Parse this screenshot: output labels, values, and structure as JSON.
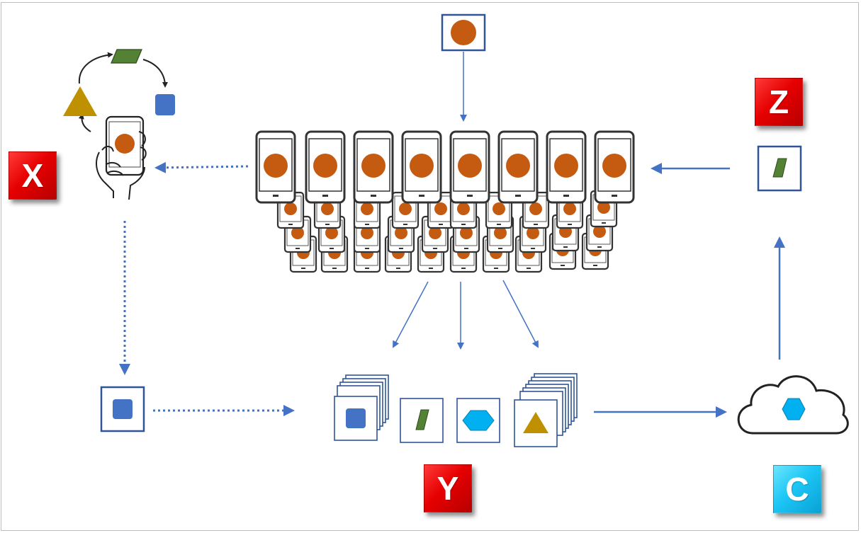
{
  "badges": {
    "x": "X",
    "y": "Y",
    "z": "Z",
    "c": "C"
  },
  "colors": {
    "arrow": "#4472c4",
    "phone_dot": "#c55a11",
    "square_blue": "#4472c4",
    "parallelogram_green": "#548235",
    "triangle_gold": "#bf9000",
    "hexagon_cyan": "#00b0f0",
    "badge_red": "#e60000",
    "badge_cyan": "#1cc6f5"
  },
  "icons": {
    "top_input": "orange-circle-square-icon",
    "phone_grid": "smartphone-fleet-icon",
    "hand_phone": "hand-holding-phone-icon",
    "cycle": "shape-cycle-icon",
    "blue_square": "blue-square-icon",
    "cloud": "cloud-icon",
    "z_item": "green-parallelogram-icon"
  }
}
